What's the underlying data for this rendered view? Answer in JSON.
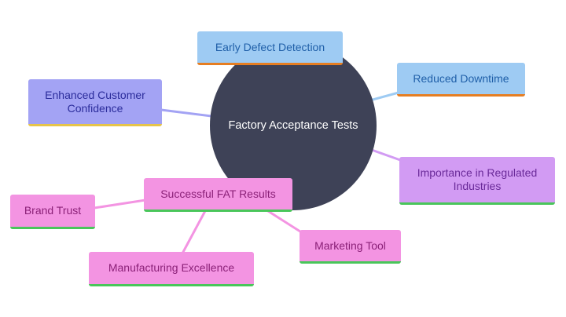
{
  "center": {
    "label": "Factory Acceptance Tests"
  },
  "nodes": {
    "early_defect_detection": "Early Defect Detection",
    "reduced_downtime": "Reduced Downtime",
    "enhanced_customer_confidence": "Enhanced Customer Confidence",
    "importance_regulated": "Importance in Regulated Industries",
    "successful_fat_results": "Successful FAT Results",
    "brand_trust": "Brand Trust",
    "marketing_tool": "Marketing Tool",
    "manufacturing_excellence": "Manufacturing Excellence"
  },
  "colors": {
    "hub": "#3e4257",
    "blue_fill": "#9ecbf3",
    "violet_fill": "#a3a3f4",
    "purple_fill": "#d29bf3",
    "pink_fill": "#f394e2",
    "accent_orange": "#e67e22",
    "accent_yellow": "#e6c44a",
    "accent_green": "#49c65a"
  }
}
